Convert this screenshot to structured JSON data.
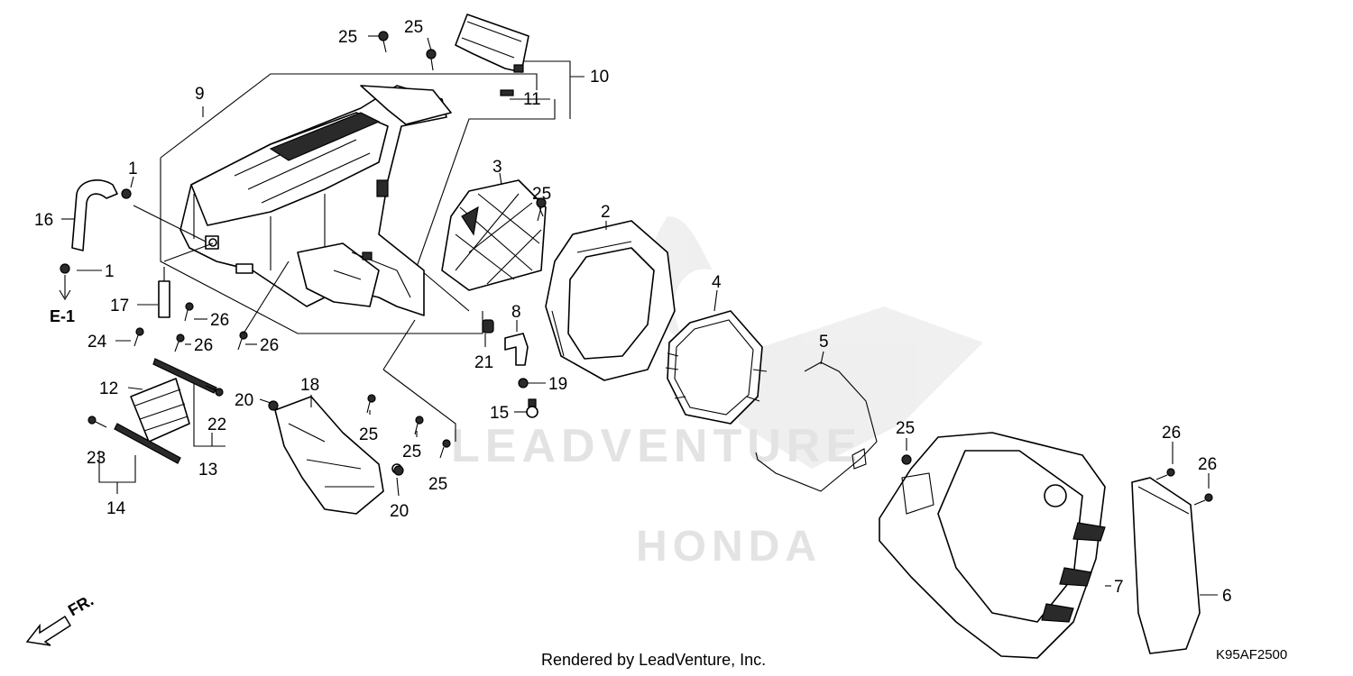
{
  "diagram": {
    "part_labels": [
      "1",
      "2",
      "3",
      "4",
      "5",
      "6",
      "7",
      "9",
      "10",
      "11",
      "12",
      "13",
      "14",
      "15",
      "16",
      "17",
      "18",
      "19",
      "20",
      "21",
      "22",
      "23",
      "24",
      "25",
      "26"
    ],
    "reference_label": "E-1",
    "direction_label": "FR.",
    "footer_text": "Rendered by LeadVenture, Inc.",
    "diagram_code": "K95AF2500",
    "watermark_text": "LEADVENTURE",
    "watermark_brand": "HONDA"
  }
}
